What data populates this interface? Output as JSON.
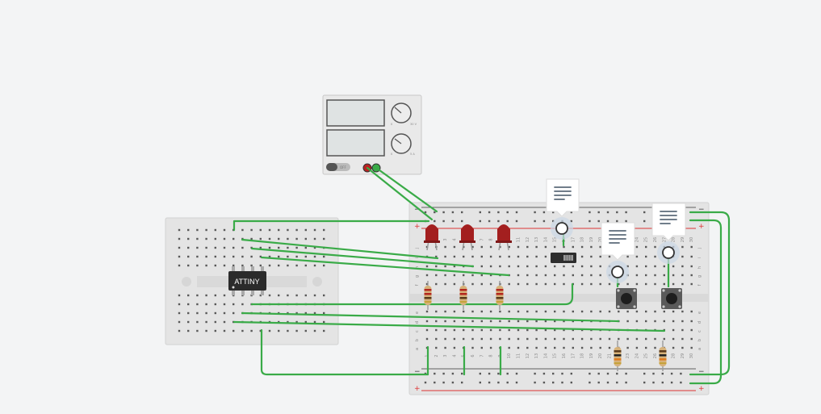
{
  "chip": {
    "label": "ATTINY"
  },
  "power_supply": {
    "off_label": "OFF",
    "knob_labels": [
      "0",
      "30 V",
      "0",
      "5 A"
    ]
  },
  "breadboard": {
    "rail_plus": "+",
    "rail_minus": "−",
    "row_letters_top": [
      "j",
      "i",
      "h",
      "g",
      "f"
    ],
    "row_letters_bottom": [
      "e",
      "d",
      "c",
      "b",
      "a"
    ],
    "column_numbers": [
      "1",
      "2",
      "3",
      "4",
      "5",
      "6",
      "7",
      "8",
      "9",
      "10",
      "11",
      "12",
      "13",
      "14",
      "15",
      "16",
      "17",
      "18",
      "19",
      "20",
      "21",
      "22",
      "23",
      "24",
      "25",
      "26",
      "27",
      "28",
      "29",
      "30"
    ]
  },
  "colors": {
    "wire": "#3aab48",
    "led": "#a31f1f",
    "rail_red": "#d33",
    "rail_blue": "#333",
    "board": "#e4e4e4"
  },
  "icons": [
    "note-icon",
    "note-icon",
    "note-icon",
    "probe-icon",
    "probe-icon",
    "probe-icon"
  ]
}
